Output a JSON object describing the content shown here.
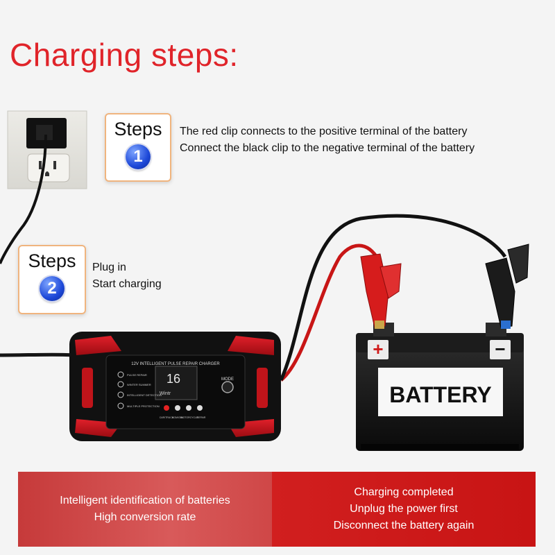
{
  "title": "Charging steps:",
  "step1": {
    "word": "Steps",
    "number": "1",
    "lines": [
      "The red clip connects to the positive terminal of the battery",
      "Connect the black clip to the negative terminal of the battery"
    ]
  },
  "step2": {
    "word": "Steps",
    "number": "2",
    "lines": [
      "Plug in",
      "Start charging"
    ]
  },
  "charger": {
    "panel_title": "12V INTELLIGENT PULSE REPAIR CHARGER",
    "display_value": "16",
    "display_mode": "Wintr",
    "mode_label": "MODE",
    "left_labels": [
      "PULSE REPAIR",
      "WINTER SUMMER",
      "INTELLIGENT DETECTION",
      "MULTIPLE PROTECTION"
    ],
    "bottom_labels": [
      "CAR/TRUCK",
      "AGM/GEL",
      "MOTORCYCLE",
      "REPAIR"
    ]
  },
  "battery": {
    "label": "BATTERY",
    "plus": "+",
    "minus": "−"
  },
  "banner_left": [
    "Intelligent identification of batteries",
    "High conversion rate"
  ],
  "banner_right": [
    "Charging completed",
    "Unplug the power first",
    "Disconnect the battery again"
  ],
  "colors": {
    "accent_red": "#e0242a",
    "step_border": "#f0b47e",
    "step_number": "#1d48d8"
  }
}
